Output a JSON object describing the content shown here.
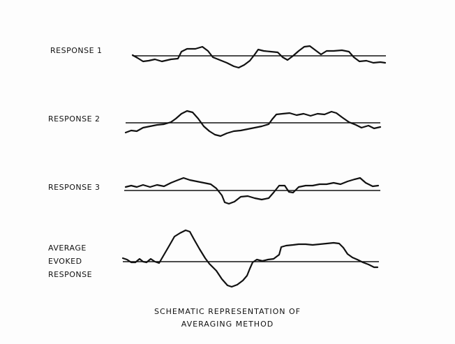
{
  "traces": [
    {
      "label": "RESPONSE 1"
    },
    {
      "label": "RESPONSE 2"
    },
    {
      "label": "RESPONSE 3"
    },
    {
      "label_lines": [
        "AVERAGE",
        "EVOKED",
        "RESPONSE"
      ]
    }
  ],
  "caption": [
    "SCHEMATIC REPRESENTATION OF",
    "AVERAGING METHOD"
  ]
}
